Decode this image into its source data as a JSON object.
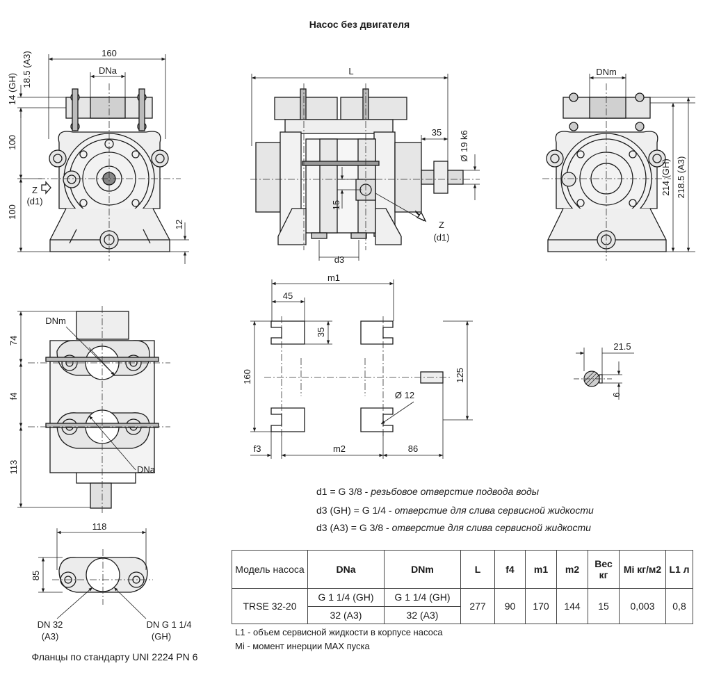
{
  "title": "Насос без двигателя",
  "front_view": {
    "dim_width": "160",
    "dim_dna": "DNa",
    "dim_14": "14 (GH)",
    "dim_18": "18.5 (A3)",
    "dim_100_top": "100",
    "dim_100_bot": "100",
    "dim_12": "12",
    "z_label": "Z",
    "d1_label": "(d1)"
  },
  "side_view": {
    "dim_L": "L",
    "dim_35": "35",
    "dim_shaft": "Ø 19 k6",
    "dim_15": "15",
    "dim_d3": "d3",
    "z_label": "Z",
    "d1_label": "(d1)"
  },
  "rear_view": {
    "dim_dnm": "DNm",
    "dim_214": "214 (GH)",
    "dim_218": "218.5 (A3)"
  },
  "top_view": {
    "dim_dnm": "DNm",
    "dim_74": "74",
    "dim_f4": "f4",
    "dim_113": "113",
    "dim_dna": "DNa"
  },
  "base_view": {
    "dim_m1": "m1",
    "dim_45": "45",
    "dim_35": "35",
    "dim_160": "160",
    "dim_125": "125",
    "dim_hole": "Ø 12",
    "dim_f3": "f3",
    "dim_m2": "m2",
    "dim_86": "86"
  },
  "key_view": {
    "dim_215": "21.5",
    "dim_6": "6"
  },
  "flange_view": {
    "dim_118": "118",
    "dim_85": "85",
    "dn32": "DN 32",
    "dn32_sub": "(A3)",
    "dng": "DN G 1 1/4",
    "dng_sub": "(GH)",
    "caption": "Фланцы по стандарту UNI 2224 PN 6"
  },
  "notes": [
    {
      "code": "d1 = G 3/8 - ",
      "text": "резьбовое отверстие подвода воды"
    },
    {
      "code": "d3 (GH) = G 1/4 - ",
      "text": "отверстие для слива сервисной жидкости"
    },
    {
      "code": "d3 (A3) = G 3/8 -  ",
      "text": "отверстие для слива сервисной жидкости"
    }
  ],
  "table": {
    "headers": {
      "model": "Модель насоса",
      "dna": "DNa",
      "dnm": "DNm",
      "L": "L",
      "f4": "f4",
      "m1": "m1",
      "m2": "m2",
      "weight": "Вес кг",
      "mi": "Mi кг/м2",
      "l1": "L1 л"
    },
    "row": {
      "model": "TRSE 32-20",
      "dna_gh": "G 1 1/4 (GH)",
      "dna_a3": "32 (A3)",
      "dnm_gh": "G 1 1/4 (GH)",
      "dnm_a3": "32 (A3)",
      "L": "277",
      "f4": "90",
      "m1": "170",
      "m2": "144",
      "weight": "15",
      "mi": "0,003",
      "l1": "0,8"
    }
  },
  "footnotes": [
    "L1 - объем сервисной жидкости в корпусе насоса",
    "Mi - момент инерции MAX пуска"
  ]
}
